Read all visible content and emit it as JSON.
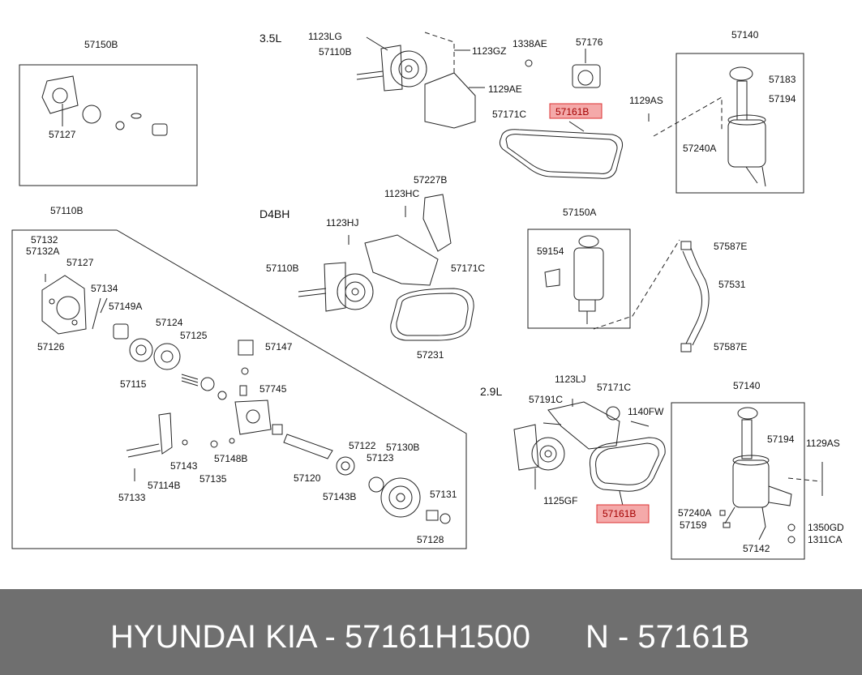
{
  "colors": {
    "highlight_fill": "#f4a9a9",
    "highlight_text": "#a30000",
    "footer_bg": "#6f6f6f",
    "footer_text": "#ffffff"
  },
  "sections": {
    "v35": "3.5L",
    "d4bh": "D4BH",
    "v29": "2.9L"
  },
  "labels": {
    "l57150B": "57150B",
    "l57127a": "57127",
    "l1123LG": "1123LG",
    "l57110Ba": "57110B",
    "l1123GZ": "1123GZ",
    "l1338AE": "1338AE",
    "l57176": "57176",
    "l1129AEa": "1129AE",
    "l57171Ca": "57171C",
    "l57161Ba": "57161B",
    "l57140a": "57140",
    "l57183": "57183",
    "l57194a": "57194",
    "l1129ASa": "1129AS",
    "l57240Aa": "57240A",
    "l57110Bb": "57110B",
    "l57132": "57132",
    "l57132A": "57132A",
    "l57127b": "57127",
    "l57134": "57134",
    "l57149A": "57149A",
    "l57124": "57124",
    "l57125": "57125",
    "l57126": "57126",
    "l57115": "57115",
    "l57147": "57147",
    "l57745": "57745",
    "l57143": "57143",
    "l57135": "57135",
    "l57148B": "57148B",
    "l57114B": "57114B",
    "l57133": "57133",
    "l57120": "57120",
    "l57122": "57122",
    "l57123": "57123",
    "l57130B": "57130B",
    "l57143B": "57143B",
    "l57131": "57131",
    "l57128": "57128",
    "l57227B": "57227B",
    "l1123HC": "1123HC",
    "l1123HJ": "1123HJ",
    "l57110Bc": "57110B",
    "l57171Cb": "57171C",
    "l57231": "57231",
    "l57150A": "57150A",
    "l59154": "59154",
    "l57587Ea": "57587E",
    "l57531": "57531",
    "l57587Eb": "57587E",
    "l1123LJ": "1123LJ",
    "l57191C": "57191C",
    "l57171Cc": "57171C",
    "l1140FW": "1140FW",
    "l1125GF": "1125GF",
    "l57161Bb": "57161B",
    "l57140b": "57140",
    "l57194b": "57194",
    "l1129ASb": "1129AS",
    "l57240Ab": "57240A",
    "l57159": "57159",
    "l57142": "57142",
    "l1350GD": "1350GD",
    "l1311CA": "1311CA"
  },
  "footer": {
    "brand": "HYUNDAI  KIA - 57161H1500",
    "cross_ref": "N - 57161B"
  }
}
